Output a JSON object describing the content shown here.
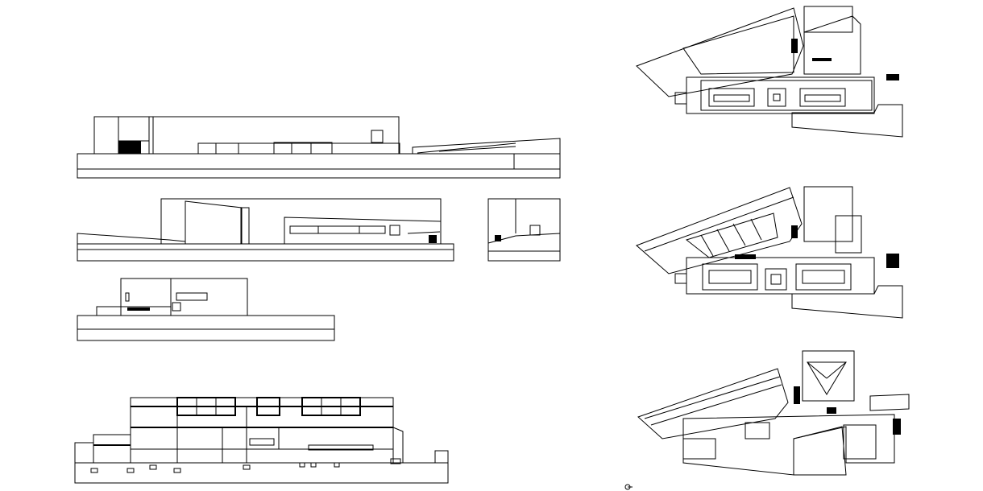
{
  "sheet": {
    "background": "#ffffff",
    "line_color": "#000000"
  },
  "drawings": [
    {
      "id": "elevation-1",
      "kind": "elevation"
    },
    {
      "id": "elevation-2",
      "kind": "elevation"
    },
    {
      "id": "elevation-3",
      "kind": "elevation"
    },
    {
      "id": "elevation-4",
      "kind": "elevation"
    },
    {
      "id": "section-1",
      "kind": "section"
    },
    {
      "id": "plan-level-1",
      "kind": "plan"
    },
    {
      "id": "plan-level-2",
      "kind": "plan"
    },
    {
      "id": "plan-level-3",
      "kind": "plan"
    }
  ],
  "north_arrow_icon": "north-arrow-icon"
}
